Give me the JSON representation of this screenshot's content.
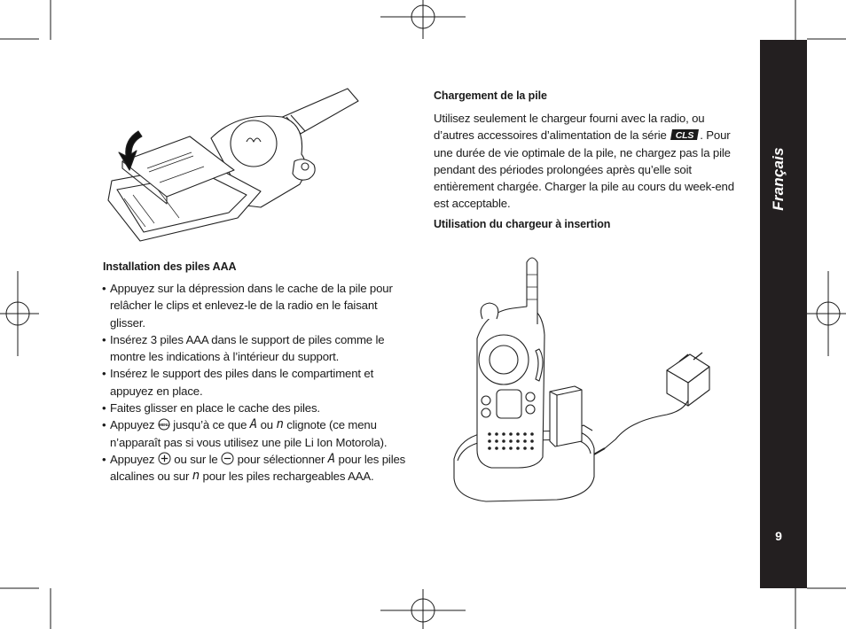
{
  "sidebar": {
    "language": "Français",
    "page_number": "9"
  },
  "battery_install": {
    "heading": "Installation des piles AAA",
    "steps": [
      {
        "parts": [
          "Appuyez sur la dépression dans le cache de la pile pour relâcher le clips et enlevez-le de la radio en le faisant glisser."
        ]
      },
      {
        "parts": [
          "Insérez 3 piles AAA dans le support de piles comme le montre les indications à l’intérieur du support."
        ]
      },
      {
        "parts": [
          "Insérez le support des piles dans le compartiment et appuyez en place."
        ]
      },
      {
        "parts": [
          "Faites glisser en place le cache des piles."
        ]
      },
      {
        "parts": [
          "Appuyez ",
          " jusqu’à ce que ",
          " ou ",
          " clignote (ce menu n’apparaît pas si vous utilisez une pile Li Ion Motorola)."
        ]
      },
      {
        "parts": [
          "Appuyez ",
          " ou sur le ",
          " pour sélectionner ",
          " pour les piles alcalines ou sur ",
          " pour les piles rechargeables AAA."
        ]
      }
    ],
    "icons": {
      "menu_button": "menu-button-icon",
      "plus_button": "plus-button-icon",
      "minus_button": "minus-button-icon",
      "display_a": "A",
      "display_n": "n"
    }
  },
  "charging": {
    "heading": "Chargement de la pile",
    "para_before_logo": "Utilisez seulement le chargeur fourni avec la radio, ou d’autres accessoires d’alimentation de la série",
    "series_logo": "CLS",
    "para_after_logo": ". Pour une durée de vie optimale de la pile, ne chargez pas la pile pendant des périodes prolongées après qu’elle soit entièrement chargée. Charger la pile au cours du week-end est acceptable.",
    "subheading": "Utilisation du chargeur à insertion"
  }
}
